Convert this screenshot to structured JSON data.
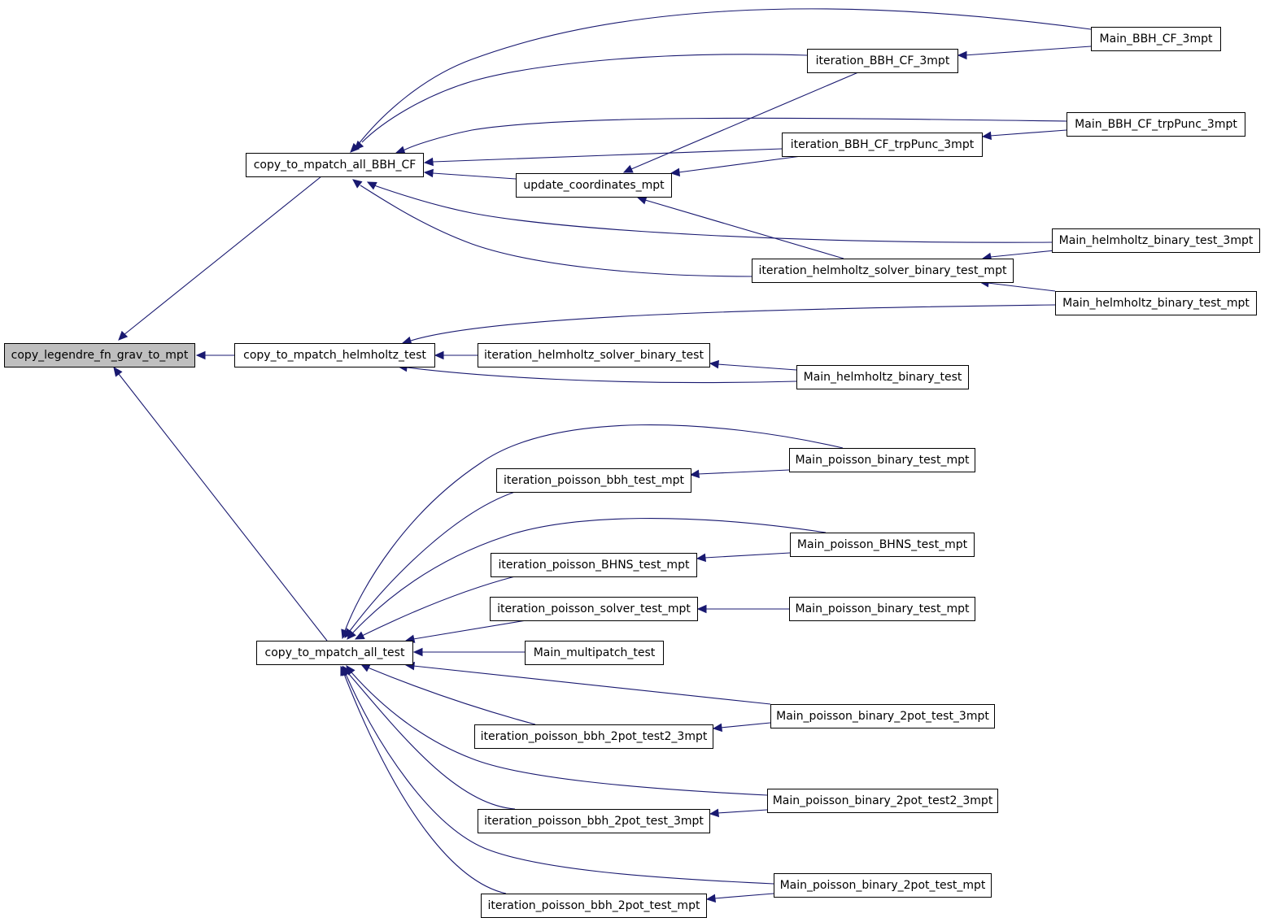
{
  "colors": {
    "edge": "#191970",
    "border": "#000000",
    "root_fill": "#bfbfbf",
    "node_fill": "#ffffff"
  },
  "nodes": {
    "root": "copy_legendre_fn_grav_to_mpt",
    "bbh_cf": "copy_to_mpatch_all_BBH_CF",
    "helm": "copy_to_mpatch_helmholtz_test",
    "all_test": "copy_to_mpatch_all_test",
    "main_bbh_cf_3mpt": "Main_BBH_CF_3mpt",
    "iter_bbh_cf_3mpt": "iteration_BBH_CF_3mpt",
    "main_bbh_trp": "Main_BBH_CF_trpPunc_3mpt",
    "iter_bbh_trp": "iteration_BBH_CF_trpPunc_3mpt",
    "update_coords": "update_coordinates_mpt",
    "main_helm_3mpt": "Main_helmholtz_binary_test_3mpt",
    "iter_helm_mpt": "iteration_helmholtz_solver_binary_test_mpt",
    "main_helm_mpt": "Main_helmholtz_binary_test_mpt",
    "iter_helm": "iteration_helmholtz_solver_binary_test",
    "main_helm": "Main_helmholtz_binary_test",
    "main_pois_bin_1": "Main_poisson_binary_test_mpt",
    "iter_pois_bbh": "iteration_poisson_bbh_test_mpt",
    "main_pois_bhns": "Main_poisson_BHNS_test_mpt",
    "iter_pois_bhns": "iteration_poisson_BHNS_test_mpt",
    "iter_pois_solver": "iteration_poisson_solver_test_mpt",
    "main_pois_bin_2": "Main_poisson_binary_test_mpt",
    "main_multipatch": "Main_multipatch_test",
    "main_2pot_3mpt": "Main_poisson_binary_2pot_test_3mpt",
    "iter_2pot_test2_3mpt": "iteration_poisson_bbh_2pot_test2_3mpt",
    "main_2pot_test2_3mpt": "Main_poisson_binary_2pot_test2_3mpt",
    "iter_2pot_3mpt": "iteration_poisson_bbh_2pot_test_3mpt",
    "main_2pot_mpt": "Main_poisson_binary_2pot_test_mpt",
    "iter_2pot_mpt": "iteration_poisson_bbh_2pot_test_mpt"
  }
}
